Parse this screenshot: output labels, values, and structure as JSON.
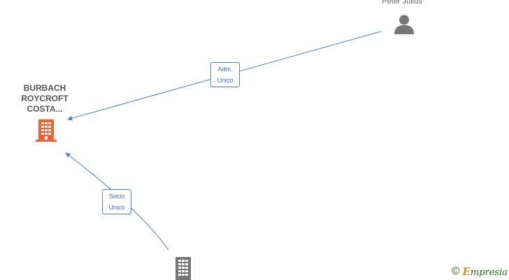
{
  "nodes": {
    "company_main": {
      "label_lines": [
        "BURBACH",
        "ROYCROFT",
        "COSTA..."
      ],
      "color": "#f26130"
    },
    "person": {
      "name": "Peter Julius",
      "color": "#777777"
    },
    "company_bottom": {
      "color": "#777777"
    }
  },
  "edges": [
    {
      "label_lines": [
        "Adm.",
        "Unico"
      ],
      "color": "#4a7fc1"
    },
    {
      "label_lines": [
        "Socio",
        "Único"
      ],
      "color": "#4a7fc1"
    }
  ],
  "branding": {
    "copyright_symbol": "©",
    "first_letter": "E",
    "rest": "mpresia"
  }
}
